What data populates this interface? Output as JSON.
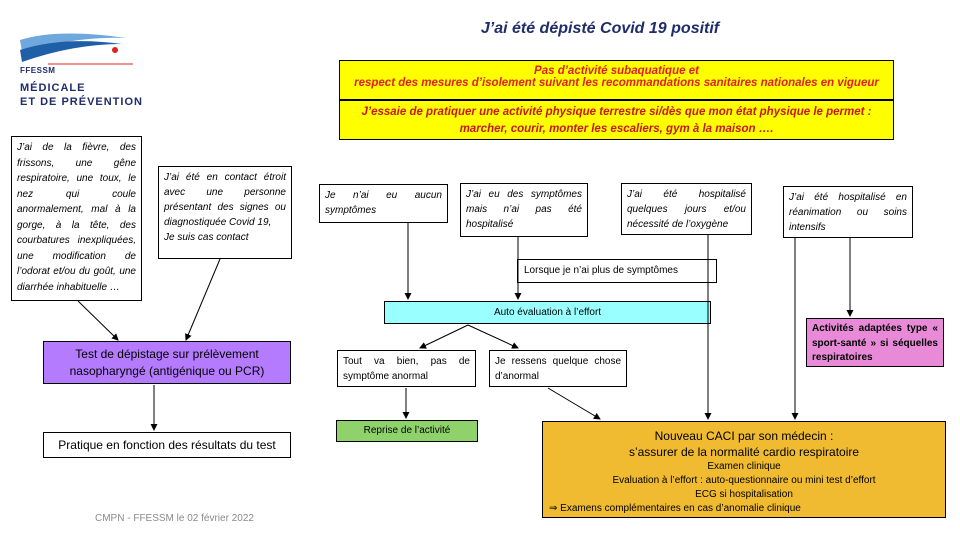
{
  "title": "J’ai été dépisté Covid 19 positif",
  "logo": {
    "brand": "FFESSM",
    "line1": "MÉDICALE",
    "line2": "ET DE PRÉVENTION"
  },
  "banner": {
    "line1": "Pas d’activité subaquatique et",
    "line2": "respect des mesures d’isolement suivant les recommandations sanitaires nationales en vigueur",
    "practice": "J’essaie de pratiquer une activité physique terrestre si/dès que mon état physique le permet : marcher, courir, monter les escaliers, gym à la maison …."
  },
  "left": {
    "symptoms": "J’ai de la fièvre, des frissons, une gêne respiratoire, une toux, le nez qui coule anormalement, mal à la gorge, à la tête, des courbatures inexpliquées, une modification de l’odorat et/ou du goût, une diarrhée inhabituelle …",
    "contact_line1": "J’ai été en contact étroit avec une personne présentant des signes ou diagnostiquée Covid 19,",
    "contact_line2": "Je suis cas contact",
    "test": "Test de dépistage sur prélèvement nasopharyngé (antigénique ou PCR)",
    "practice_result": "Pratique en fonction des résultats du test"
  },
  "cases": {
    "no_symptoms": "Je n’ai eu aucun symptômes",
    "symptoms_not_hosp": "J’ai eu des symptômes mais n’ai pas été hospitalisé",
    "hosp_days": "J’ai été hospitalisé quelques jours et/ou nécessité de l’oxygène",
    "hosp_icu": "J’ai été hospitalisé en réanimation ou soins intensifs"
  },
  "flow": {
    "no_more_symptoms": "Lorsque je n’ai plus de symptômes",
    "self_eval": "Auto évaluation à l’effort",
    "all_good": "Tout va bien, pas de symptôme anormal",
    "abnormal": "Je ressens quelque chose d’anormal",
    "resume": "Reprise de l’activité",
    "sport_sante": "Activités adaptées type « sport-santé » si séquelles respiratoires"
  },
  "caci": {
    "line1": "Nouveau CACI par son médecin :",
    "line2": "s’assurer de la normalité cardio respiratoire",
    "line3": "Examen clinique",
    "line4": "Evaluation à l’effort : auto-questionnaire ou mini test d’effort",
    "line5": "ECG si hospitalisation",
    "line6_arrow": "⇒",
    "line6": "Examens complémentaires en cas d’anomalie clinique"
  },
  "footer": "CMPN - FFESSM le 02 février 2022",
  "colors": {
    "title_blue": "#1f2d6b",
    "banner_yellow": "#ffff00",
    "banner_red_text": "#e02020",
    "test_purple": "#b57bff",
    "self_eval_cyan": "#99ffff",
    "resume_green": "#8fd16a",
    "sport_pink": "#e88ad8",
    "caci_orange": "#f0bb30"
  }
}
